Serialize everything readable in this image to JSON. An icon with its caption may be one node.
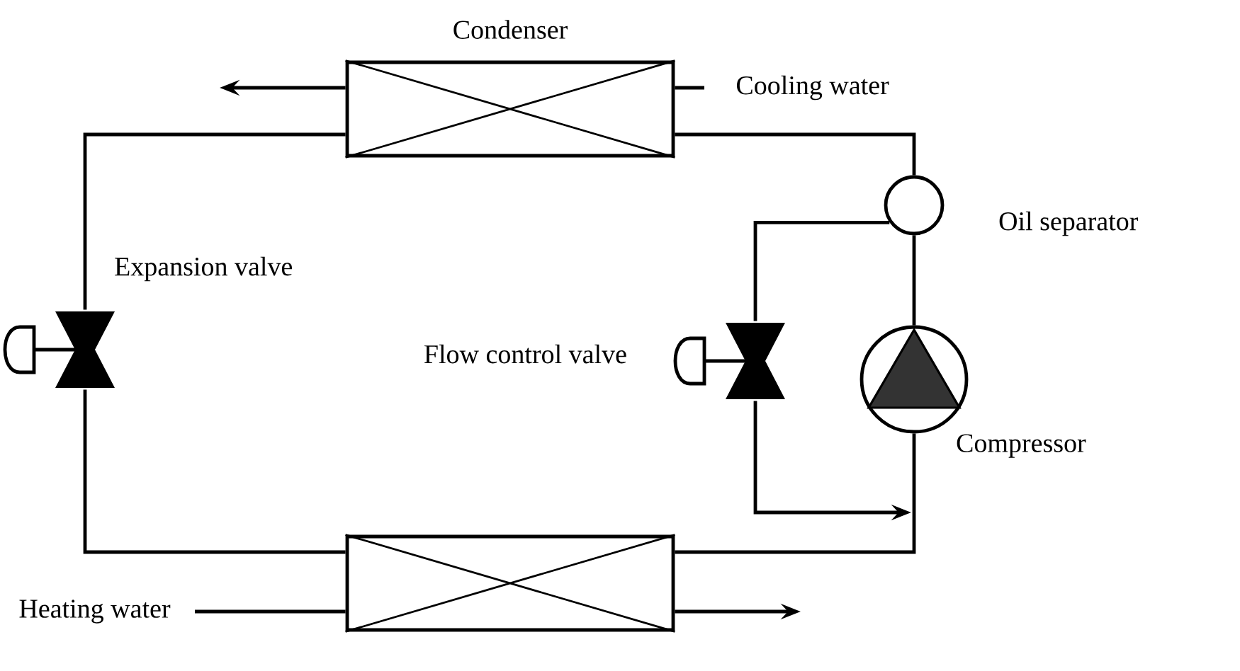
{
  "diagram": {
    "nodes": [
      {
        "text": [
          "Condenser"
        ]
      },
      {
        "text": [
          "Cooling water"
        ]
      },
      {
        "text": [
          "Oil separator"
        ]
      },
      {
        "text": [
          "Compressor"
        ]
      },
      {
        "text": [
          "Flow control valve"
        ]
      },
      {
        "text": [
          "Expansion valve"
        ]
      },
      {
        "text": [],
        "shape": "box"
      },
      {
        "text": [
          "Heating water"
        ]
      }
    ],
    "edges": [
      {
        "from": 1,
        "to": 0,
        "arrow": "none"
      },
      {
        "from": 0,
        "to": null,
        "arrow": "to"
      },
      {
        "from": 0,
        "to": 2,
        "arrow": "none"
      },
      {
        "from": 2,
        "to": 3,
        "arrow": "none"
      },
      {
        "from": 3,
        "to": 6,
        "arrow": "none"
      },
      {
        "from": 6,
        "to": 5,
        "arrow": "none"
      },
      {
        "from": 5,
        "to": 0,
        "arrow": "none"
      },
      {
        "from": 2,
        "to": 4,
        "arrow": "none"
      },
      {
        "from": 4,
        "to": null,
        "arrow": "to"
      },
      {
        "from": 7,
        "to": 6,
        "arrow": "none"
      },
      {
        "from": 6,
        "to": null,
        "arrow": "to"
      }
    ]
  }
}
